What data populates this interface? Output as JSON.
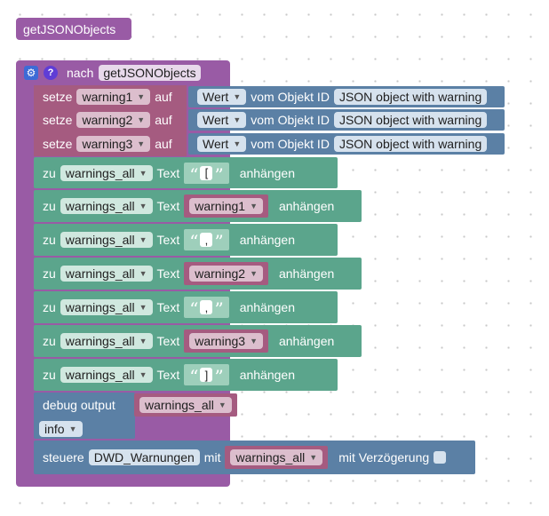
{
  "top_block": {
    "label": "getJSONObjects"
  },
  "function_block": {
    "keyword": "nach",
    "name": "getJSONObjects",
    "settings_icon": "gear-icon",
    "help_icon": "question-icon"
  },
  "set_rows": [
    {
      "keyword": "setze",
      "variable": "warning1",
      "to": "auf",
      "value_type": "Wert",
      "from": "vom Objekt ID",
      "object_id": "JSON object with warning"
    },
    {
      "keyword": "setze",
      "variable": "warning2",
      "to": "auf",
      "value_type": "Wert",
      "from": "vom Objekt ID",
      "object_id": "JSON object with warning"
    },
    {
      "keyword": "setze",
      "variable": "warning3",
      "to": "auf",
      "value_type": "Wert",
      "from": "vom Objekt ID",
      "object_id": "JSON object with warning"
    }
  ],
  "append_rows": [
    {
      "zu": "zu",
      "variable": "warnings_all",
      "text": "Text",
      "kind": "string",
      "value": "[",
      "append": "anhängen"
    },
    {
      "zu": "zu",
      "variable": "warnings_all",
      "text": "Text",
      "kind": "var",
      "value": "warning1",
      "append": "anhängen"
    },
    {
      "zu": "zu",
      "variable": "warnings_all",
      "text": "Text",
      "kind": "string",
      "value": ",",
      "append": "anhängen"
    },
    {
      "zu": "zu",
      "variable": "warnings_all",
      "text": "Text",
      "kind": "var",
      "value": "warning2",
      "append": "anhängen"
    },
    {
      "zu": "zu",
      "variable": "warnings_all",
      "text": "Text",
      "kind": "string",
      "value": ",",
      "append": "anhängen"
    },
    {
      "zu": "zu",
      "variable": "warnings_all",
      "text": "Text",
      "kind": "var",
      "value": "warning3",
      "append": "anhängen"
    },
    {
      "zu": "zu",
      "variable": "warnings_all",
      "text": "Text",
      "kind": "string",
      "value": "]",
      "append": "anhängen"
    }
  ],
  "debug": {
    "label": "debug output",
    "variable": "warnings_all",
    "level": "info"
  },
  "control": {
    "keyword": "steuere",
    "target": "DWD_Warnungen",
    "with": "mit",
    "variable": "warnings_all",
    "delay": "mit Verzögerung"
  },
  "colors": {
    "function": "#995ba5",
    "variables": "#a55b80",
    "text": "#5ba58c",
    "system": "#5b80a5"
  }
}
